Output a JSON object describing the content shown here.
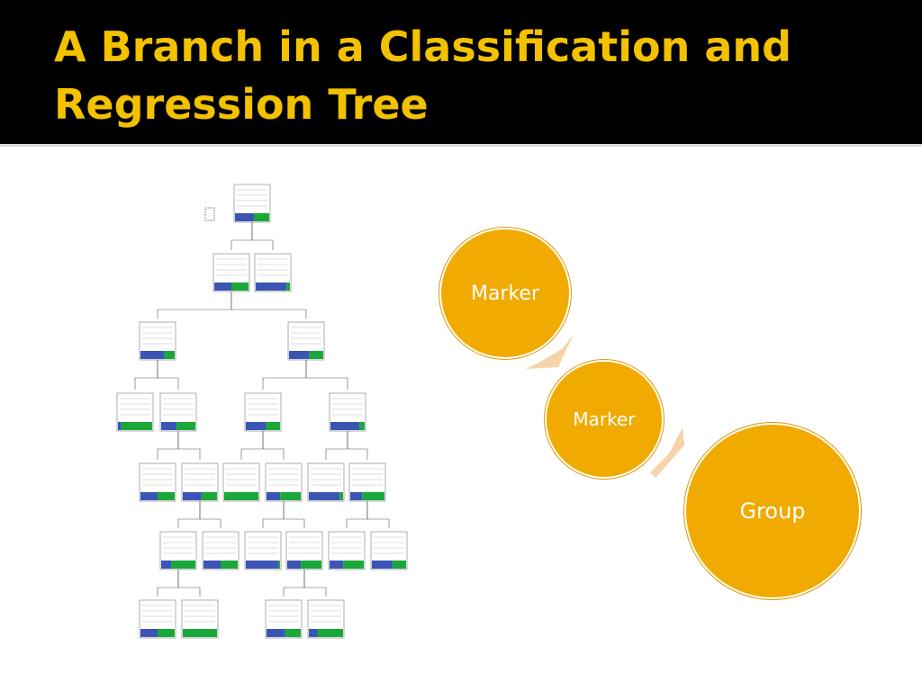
{
  "slide": {
    "title": "A Branch in a Classification and Regression Tree"
  },
  "colors": {
    "title_bar": "#000000",
    "title_text": "#f2c100",
    "circle_fill": "#f0aa00",
    "arrow_fill": "#f6d3a8",
    "tree_blue": "#3a55b4",
    "tree_green": "#1aa83a"
  },
  "diagram": {
    "circles": [
      {
        "label": "Marker"
      },
      {
        "label": "Marker"
      },
      {
        "label": "Group"
      }
    ]
  },
  "tree_figure": {
    "description_icon": "decision-tree-image"
  }
}
